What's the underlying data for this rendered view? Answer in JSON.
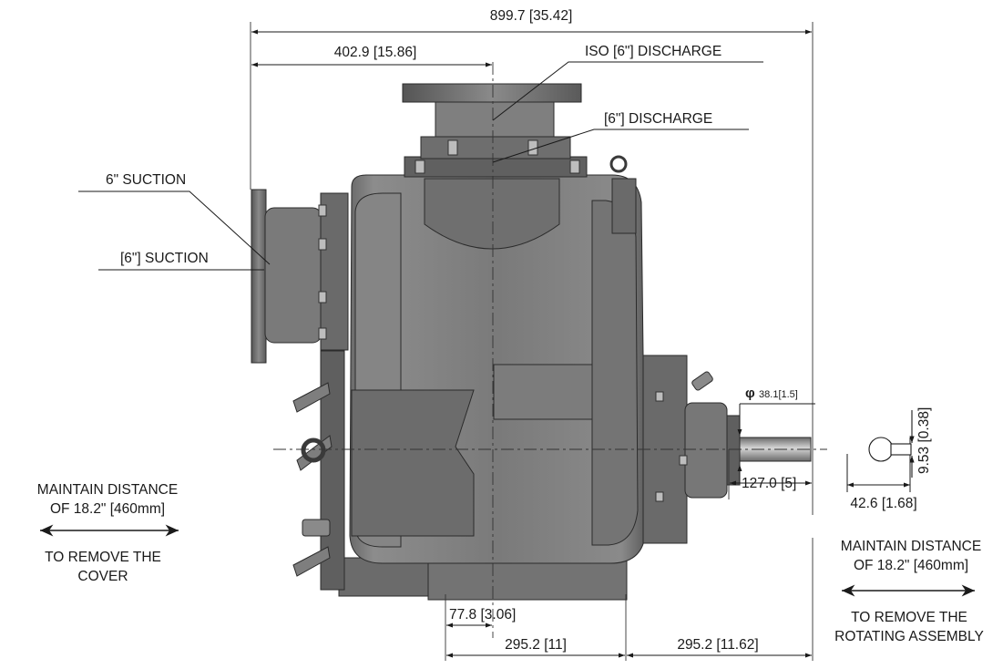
{
  "dimensions": {
    "overall_width": "899.7 [35.42]",
    "to_discharge_center": "402.9 [15.86]",
    "shaft_extension": "127.0 [5]",
    "keyway_width": "42.6 [1.68]",
    "key_height": "9.53 [0.38]",
    "base_offset": "77.8 [3.06]",
    "base_span_left": "295.2 [11]",
    "base_span_right": "295.2 [11.62]",
    "shaft_diameter": "38.1[1.5]",
    "shaft_diameter_symbol": "φ"
  },
  "callouts": {
    "iso_discharge": "ISO [6\"] DISCHARGE",
    "discharge": "[6\"] DISCHARGE",
    "suction": "6\" SUCTION",
    "suction_bracket": "[6\"] SUCTION"
  },
  "notes": {
    "cover_line1": "MAINTAIN DISTANCE",
    "cover_line2": "OF 18.2\" [460mm]",
    "cover_line3": "TO REMOVE THE",
    "cover_line4": "COVER",
    "rotating_line1": "MAINTAIN DISTANCE",
    "rotating_line2": "OF 18.2\" [460mm]",
    "rotating_line3": "TO REMOVE THE",
    "rotating_line4": "ROTATING ASSEMBLY"
  }
}
